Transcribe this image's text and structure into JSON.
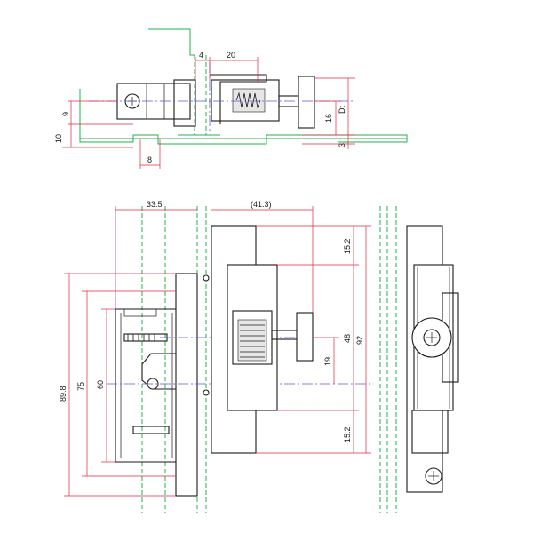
{
  "colors": {
    "part": "#1a1a1a",
    "dimension": "#e0263a",
    "reference": "#22b04a",
    "centerline": "#5a5ad6"
  },
  "dimensions": {
    "top_4": "4",
    "top_20": "20",
    "top_9": "9",
    "top_10": "10",
    "top_8": "8",
    "top_16": "16",
    "top_3": "3",
    "top_dt": "Dt",
    "front_33_5": "33.5",
    "front_41_3": "(41.3)",
    "front_15_2_top": "15.2",
    "front_48": "48",
    "front_19": "19",
    "front_92": "92",
    "front_15_2_bottom": "15.2",
    "front_89_8": "89.8",
    "front_75": "75",
    "front_60": "60"
  }
}
